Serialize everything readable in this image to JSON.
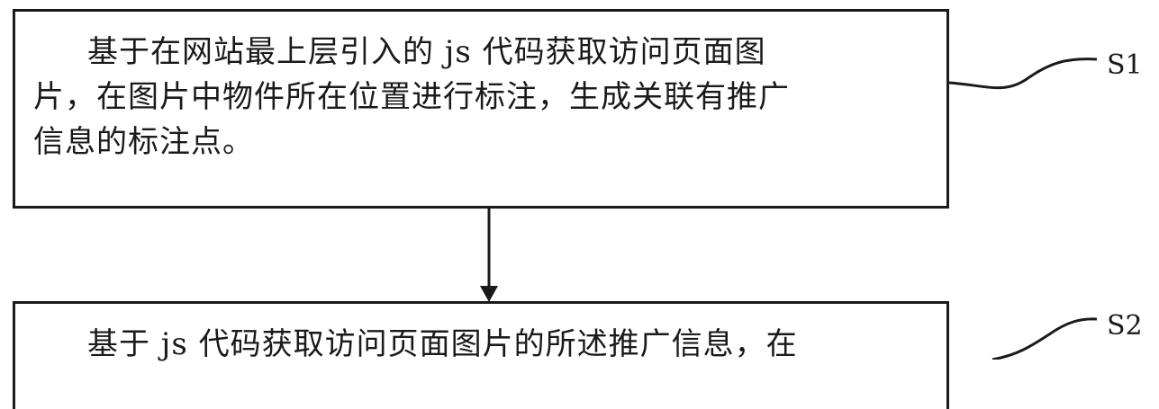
{
  "steps": [
    {
      "id": "S1",
      "lines": [
        "基于在网站最上层引入的 js 代码获取访问页面图",
        "片，在图片中物件所在位置进行标注，生成关联有推广",
        "信息的标注点。"
      ]
    },
    {
      "id": "S2",
      "lines": [
        "基于 js 代码获取访问页面图片的所述推广信息，在"
      ]
    }
  ]
}
